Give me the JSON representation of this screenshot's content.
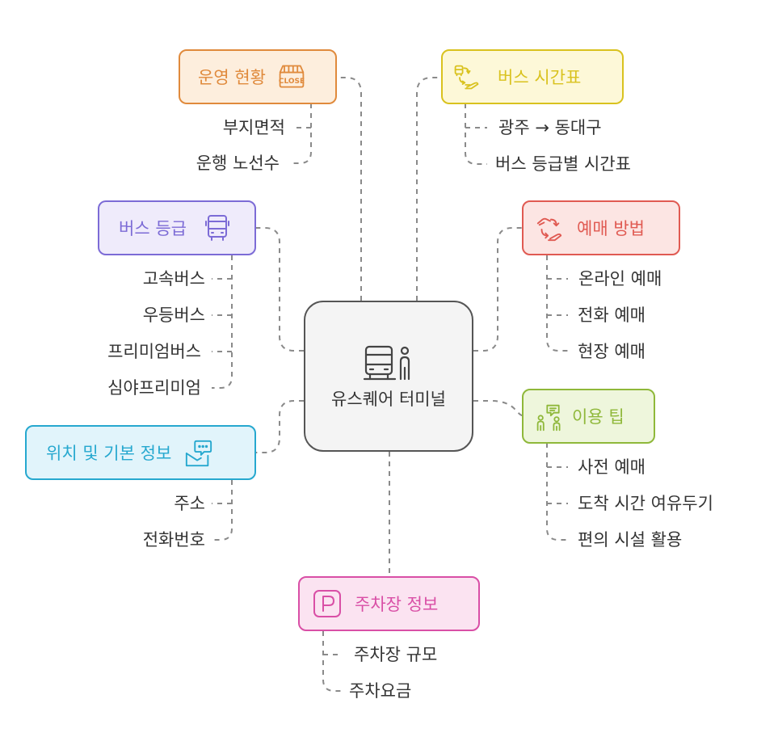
{
  "center": {
    "title": "유스퀘어 터미널",
    "icon": "bus-station-icon"
  },
  "branches": {
    "operation": {
      "label": "운영 현황",
      "icon": "closed-sign-icon",
      "color": "#e08a3c",
      "bg": "#fdeedd",
      "items": [
        "부지면적",
        "운행 노선수"
      ]
    },
    "bus_grade": {
      "label": "버스 등급",
      "icon": "bus-icon",
      "color": "#7c6bd6",
      "bg": "#efebfb",
      "items": [
        "고속버스",
        "우등버스",
        "프리미엄버스",
        "심야프리미엄"
      ]
    },
    "location": {
      "label": "위치 및 기본 정보",
      "icon": "message-envelope-icon",
      "color": "#26a8cf",
      "bg": "#e1f4fb",
      "items": [
        "주소",
        "전화번호"
      ]
    },
    "parking": {
      "label": "주차장 정보",
      "icon": "parking-icon",
      "color": "#d94fa6",
      "bg": "#fbe3f1",
      "items": [
        "주차장 규모",
        "주차요금"
      ]
    },
    "timetable": {
      "label": "버스 시간표",
      "icon": "route-schedule-icon",
      "color": "#d9c21e",
      "bg": "#fdf8d8",
      "items": [
        "광주 → 동대구",
        "버스 등급별 시간표"
      ]
    },
    "booking": {
      "label": "예매 방법",
      "icon": "exchange-arrows-icon",
      "color": "#e05a52",
      "bg": "#fce5e3",
      "items": [
        "온라인 예매",
        "전화 예매",
        "현장 예매"
      ]
    },
    "tips": {
      "label": "이용 팁",
      "icon": "people-chat-icon",
      "color": "#8fb83a",
      "bg": "#eef6dc",
      "items": [
        "사전 예매",
        "도착 시간 여유두기",
        "편의 시설 활용"
      ]
    }
  }
}
